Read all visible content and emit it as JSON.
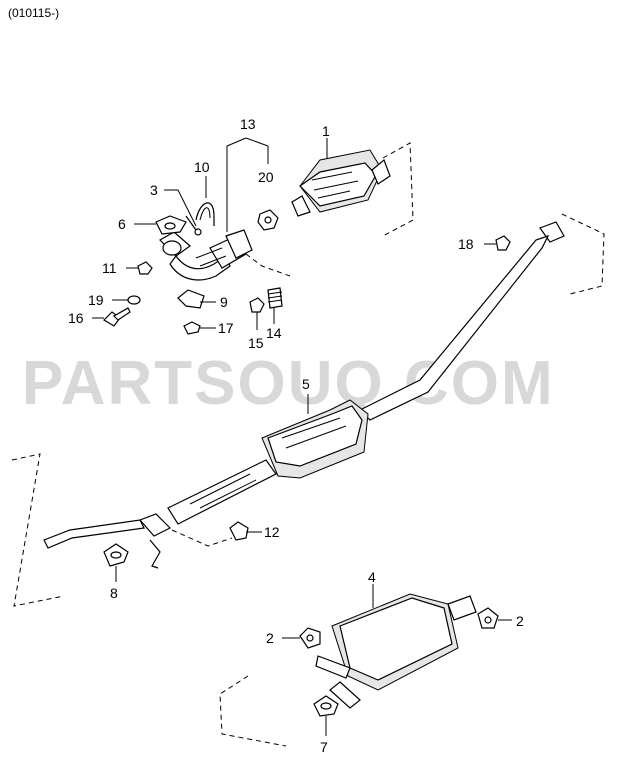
{
  "header": {
    "code": "(010115-)"
  },
  "watermark": {
    "text": "PARTSOUQ.COM"
  },
  "callouts": {
    "c1": "1",
    "c2a": "2",
    "c2b": "2",
    "c3": "3",
    "c4": "4",
    "c5": "5",
    "c6": "6",
    "c7": "7",
    "c8": "8",
    "c9": "9",
    "c10": "10",
    "c11": "11",
    "c12": "12",
    "c13": "13",
    "c14": "14",
    "c15": "15",
    "c16": "16",
    "c17": "17",
    "c18": "18",
    "c19": "19",
    "c20": "20"
  },
  "colors": {
    "line": "#000000",
    "watermark": "#d8d8d8",
    "background": "#ffffff"
  }
}
